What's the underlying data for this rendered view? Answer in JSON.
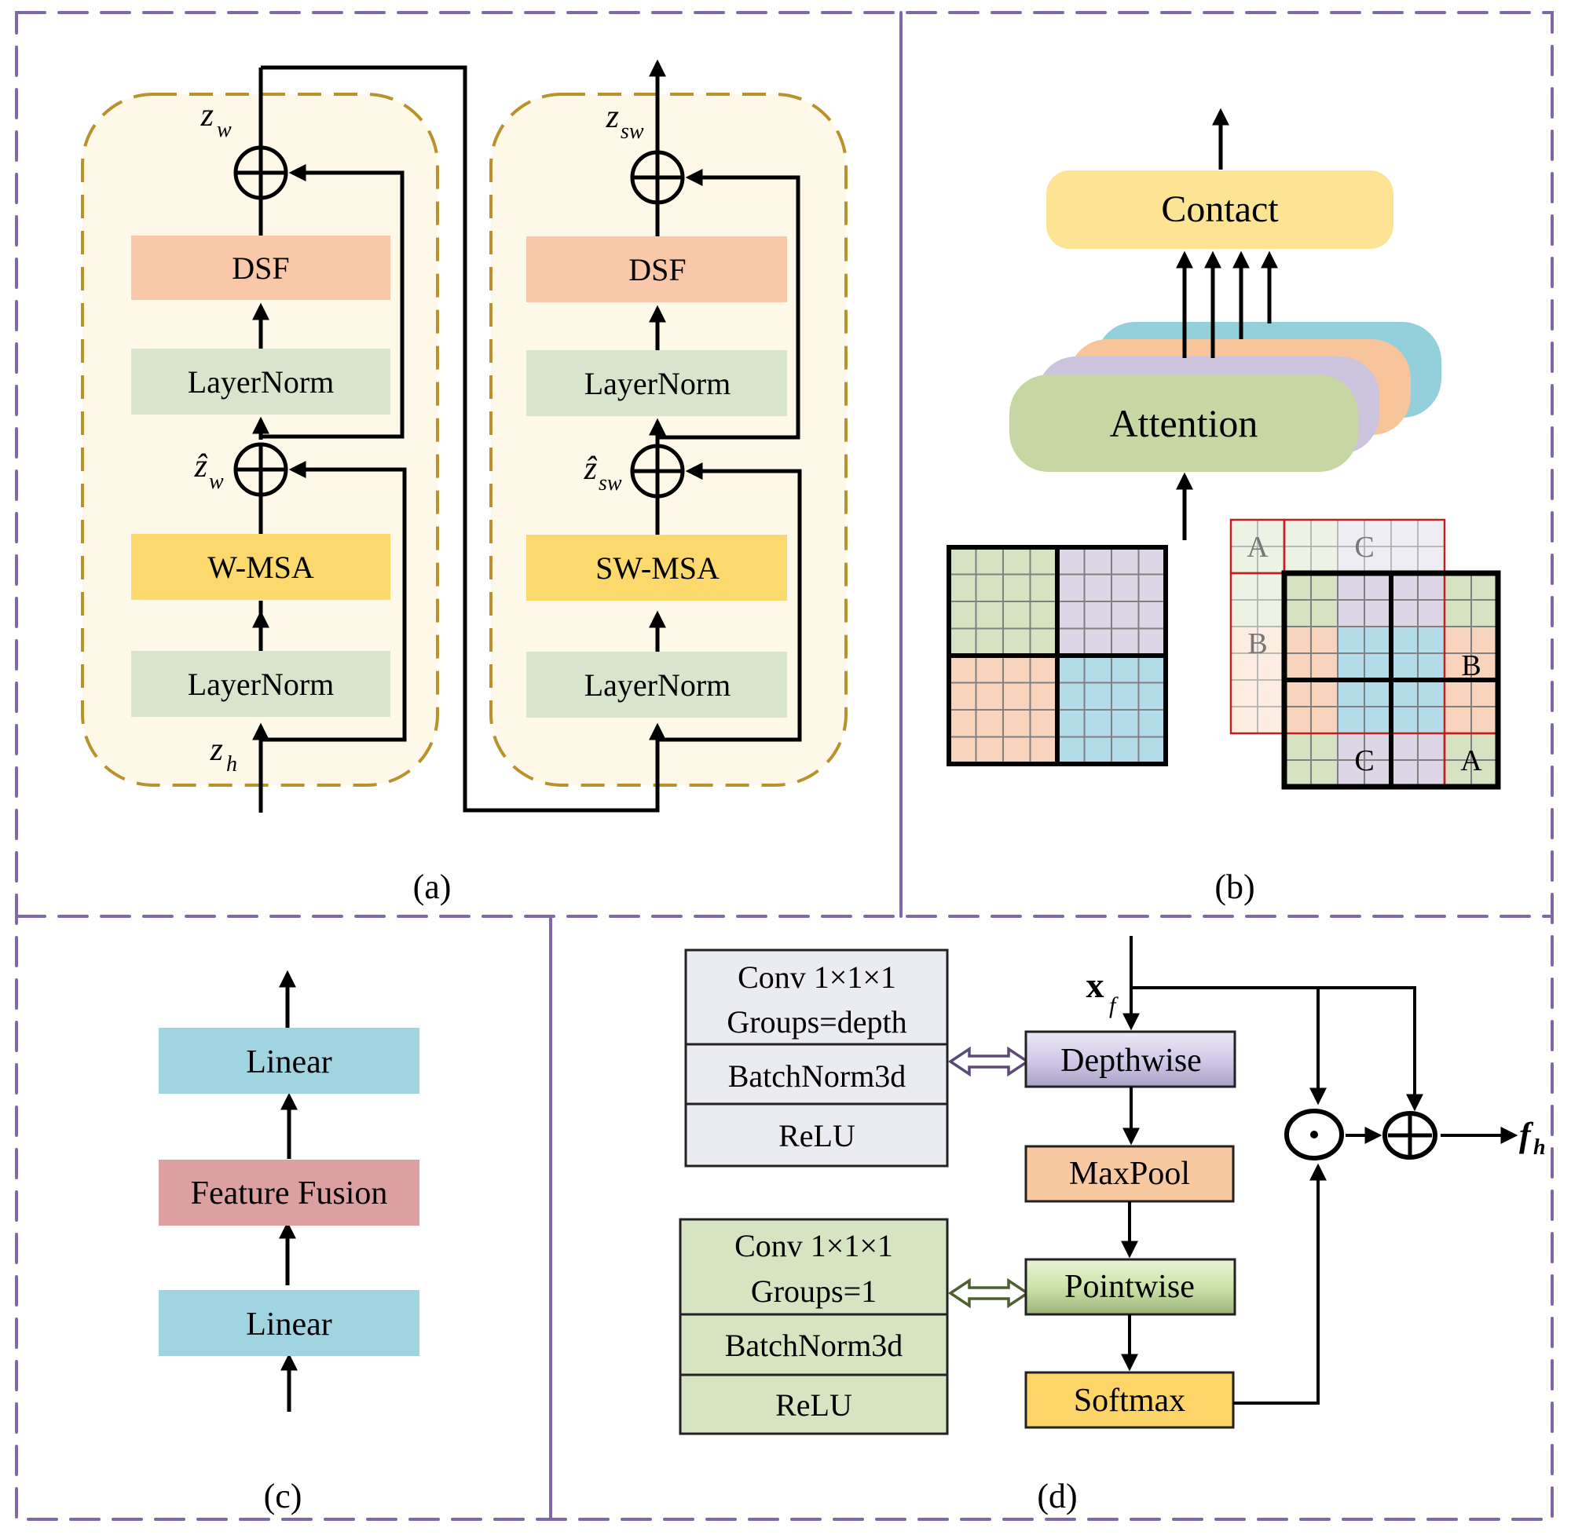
{
  "colors": {
    "panel_border": "#8068a8",
    "block_border": "#b8922a",
    "block_fill": "#fdf8e8",
    "dsf": "#f8c8a8",
    "layernorm": "#d8e4cc",
    "msa": "#fcd96c",
    "contact": "#fce494",
    "attn_green": "#c6d7a4",
    "attn_purple": "#cbc4dc",
    "attn_orange": "#f8c49c",
    "attn_blue": "#94cfdc",
    "grid_green": "#d5e3c3",
    "grid_purple": "#dcd6e6",
    "grid_orange": "#f8d4bc",
    "grid_blue": "#b4dce8",
    "linear": "#a0d4e0",
    "feature_fusion": "#dca0a0",
    "depthwise": "#d2cbe8",
    "maxpool": "#f8c8a0",
    "pointwise": "#cce4a8",
    "softmax": "#fcd468",
    "conv_depth_fill": "#ebebf2",
    "conv_point_fill": "#d6e4c2",
    "red_outline": "#c02020"
  },
  "panel_a": {
    "caption": "(a)",
    "left_block": {
      "output_label": "z",
      "output_sub": "w",
      "mid_label": "ẑ",
      "mid_sub": "w",
      "input_label": "z",
      "input_sub": "h",
      "dsf": "DSF",
      "layernorm_top": "LayerNorm",
      "msa": "W-MSA",
      "layernorm_bottom": "LayerNorm"
    },
    "right_block": {
      "output_label": "z",
      "output_sub": "sw",
      "mid_label": "ẑ",
      "mid_sub": "sw",
      "dsf": "DSF",
      "layernorm_top": "LayerNorm",
      "msa": "SW-MSA",
      "layernorm_bottom": "LayerNorm"
    },
    "plus_symbol": "⊕"
  },
  "panel_b": {
    "caption": "(b)",
    "contact": "Contact",
    "attention": "Attention",
    "shift_labels": {
      "ghost_a": "A",
      "ghost_c": "C",
      "ghost_b": "B",
      "main_b": "B",
      "main_c": "C",
      "main_a": "A"
    }
  },
  "panel_c": {
    "caption": "(c)",
    "linear_top": "Linear",
    "feature_fusion": "Feature Fusion",
    "linear_bottom": "Linear"
  },
  "panel_d": {
    "caption": "(d)",
    "input_label": "x",
    "input_sub": "f",
    "output_label": "f",
    "output_sub": "h",
    "depthwise": "Depthwise",
    "maxpool": "MaxPool",
    "pointwise": "Pointwise",
    "softmax": "Softmax",
    "depth_table": [
      "Conv 1×1×1",
      "Groups=depth",
      "BatchNorm3d",
      "ReLU"
    ],
    "point_table": [
      "Conv 1×1×1",
      "Groups=1",
      "BatchNorm3d",
      "ReLU"
    ],
    "multiply_symbol": "⊙",
    "plus_symbol": "⊕"
  }
}
